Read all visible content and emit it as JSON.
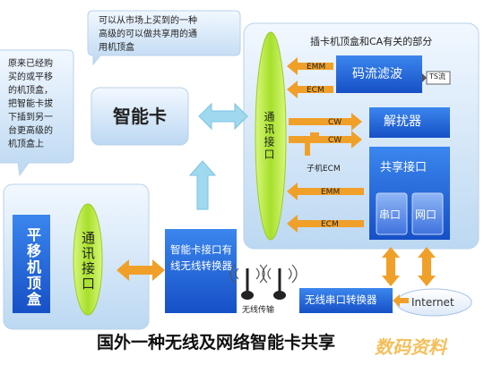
{
  "callouts": {
    "left": "原来已经购\n买的或平移\n的机顶盒，\n把智能卡拔\n下插到另一\n台更高级的\n机顶盒上",
    "top": "可以从市场上买到的一种\n高级的可以做共享用的通\n用机顶盒"
  },
  "blocks": {
    "smart_card": "智能卡",
    "stb_title": "插卡机顶盒和CA有关的部分",
    "comm_interface": "通讯接口",
    "descrambler_filter": "码流滤波",
    "ts_stream": "TS流",
    "emm": "EMM",
    "ecm": "ECM",
    "cw": "CW",
    "sub_ecm": "子机ECM",
    "descrambler": "解扰器",
    "share_interface": "共享接口",
    "serial_port": "串口",
    "network_port": "网口",
    "old_stb": "平移机顶盒",
    "old_comm_interface": "通讯接口",
    "card_wireless_converter": "智能卡接口有线无线转换器",
    "wireless_transmission": "无线传输",
    "wireless_serial_converter": "无线串口转换器",
    "internet": "Internet"
  },
  "title": "国外一种无线及网络智能卡共享",
  "watermark": "数码资料",
  "colors": {
    "dark_blue": "#1e64d8",
    "light_blue": "#cde3f7",
    "ellipse_green": "#b5e83a",
    "arrow_orange": "#f0a028",
    "arrow_cyan": "#9fd9ef",
    "port_blue": "#5a8ce8"
  }
}
